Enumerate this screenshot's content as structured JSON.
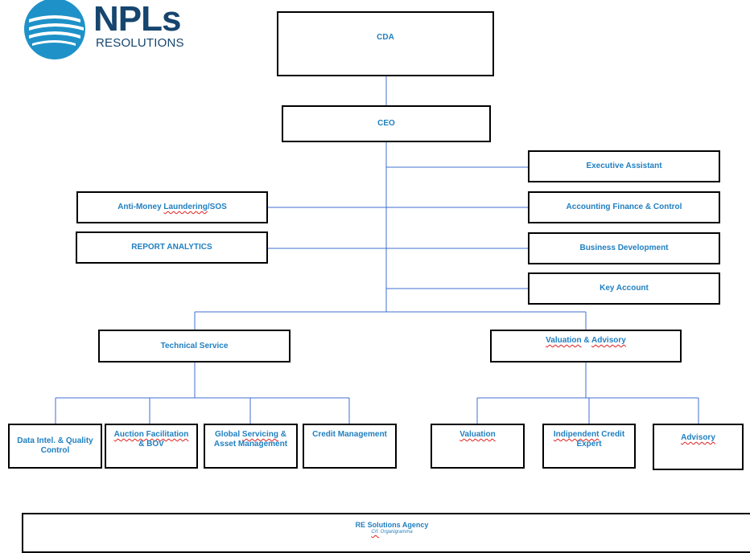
{
  "logo": {
    "word": "NPLs",
    "subword": "RESOLUTIONS",
    "circle_color": "#1e92c8",
    "text_color": "#16456e"
  },
  "colors": {
    "connector": "#3f6fd0",
    "box_text": "#1f7fc0",
    "box_border": "#000000"
  },
  "nodes": {
    "cda": "CDA",
    "ceo": "CEO",
    "executive_assistant": "Executive Assistant",
    "anti_money_laundering": {
      "pre": "Anti-Money ",
      "mark": "Laundering",
      "post": "/SOS"
    },
    "accounting_finance_control": "Accounting Finance & Control",
    "report_analytics": "REPORT ANALYTICS",
    "business_development": "Business Development",
    "key_account": "Key Account",
    "technical_service": "Technical Service",
    "valuation_advisory": {
      "a": "Valuation",
      "b": " & ",
      "c": "Advisory"
    },
    "data_intel_quality": {
      "l1": "Data Intel. & Quality",
      "l2": "Control"
    },
    "auction_facilitation": {
      "l1": "Auction Facilitation",
      "l2": "& BOV"
    },
    "global_servicing": {
      "l1_pre": "Global ",
      "l1_mark": "Servicing",
      "l1_post": " &",
      "l2": "Asset Management"
    },
    "credit_management": "Credit Management",
    "valuation": "Valuation",
    "independent_credit_expert": {
      "l1_mark": "Indipendent",
      "l1_post": " Credit",
      "l2": "Expert"
    },
    "advisory": "Advisory"
  },
  "agency": {
    "title": "RE Solutions Agency",
    "subtitle_mark": "Crf.",
    "subtitle_rest": " Organigramma"
  }
}
